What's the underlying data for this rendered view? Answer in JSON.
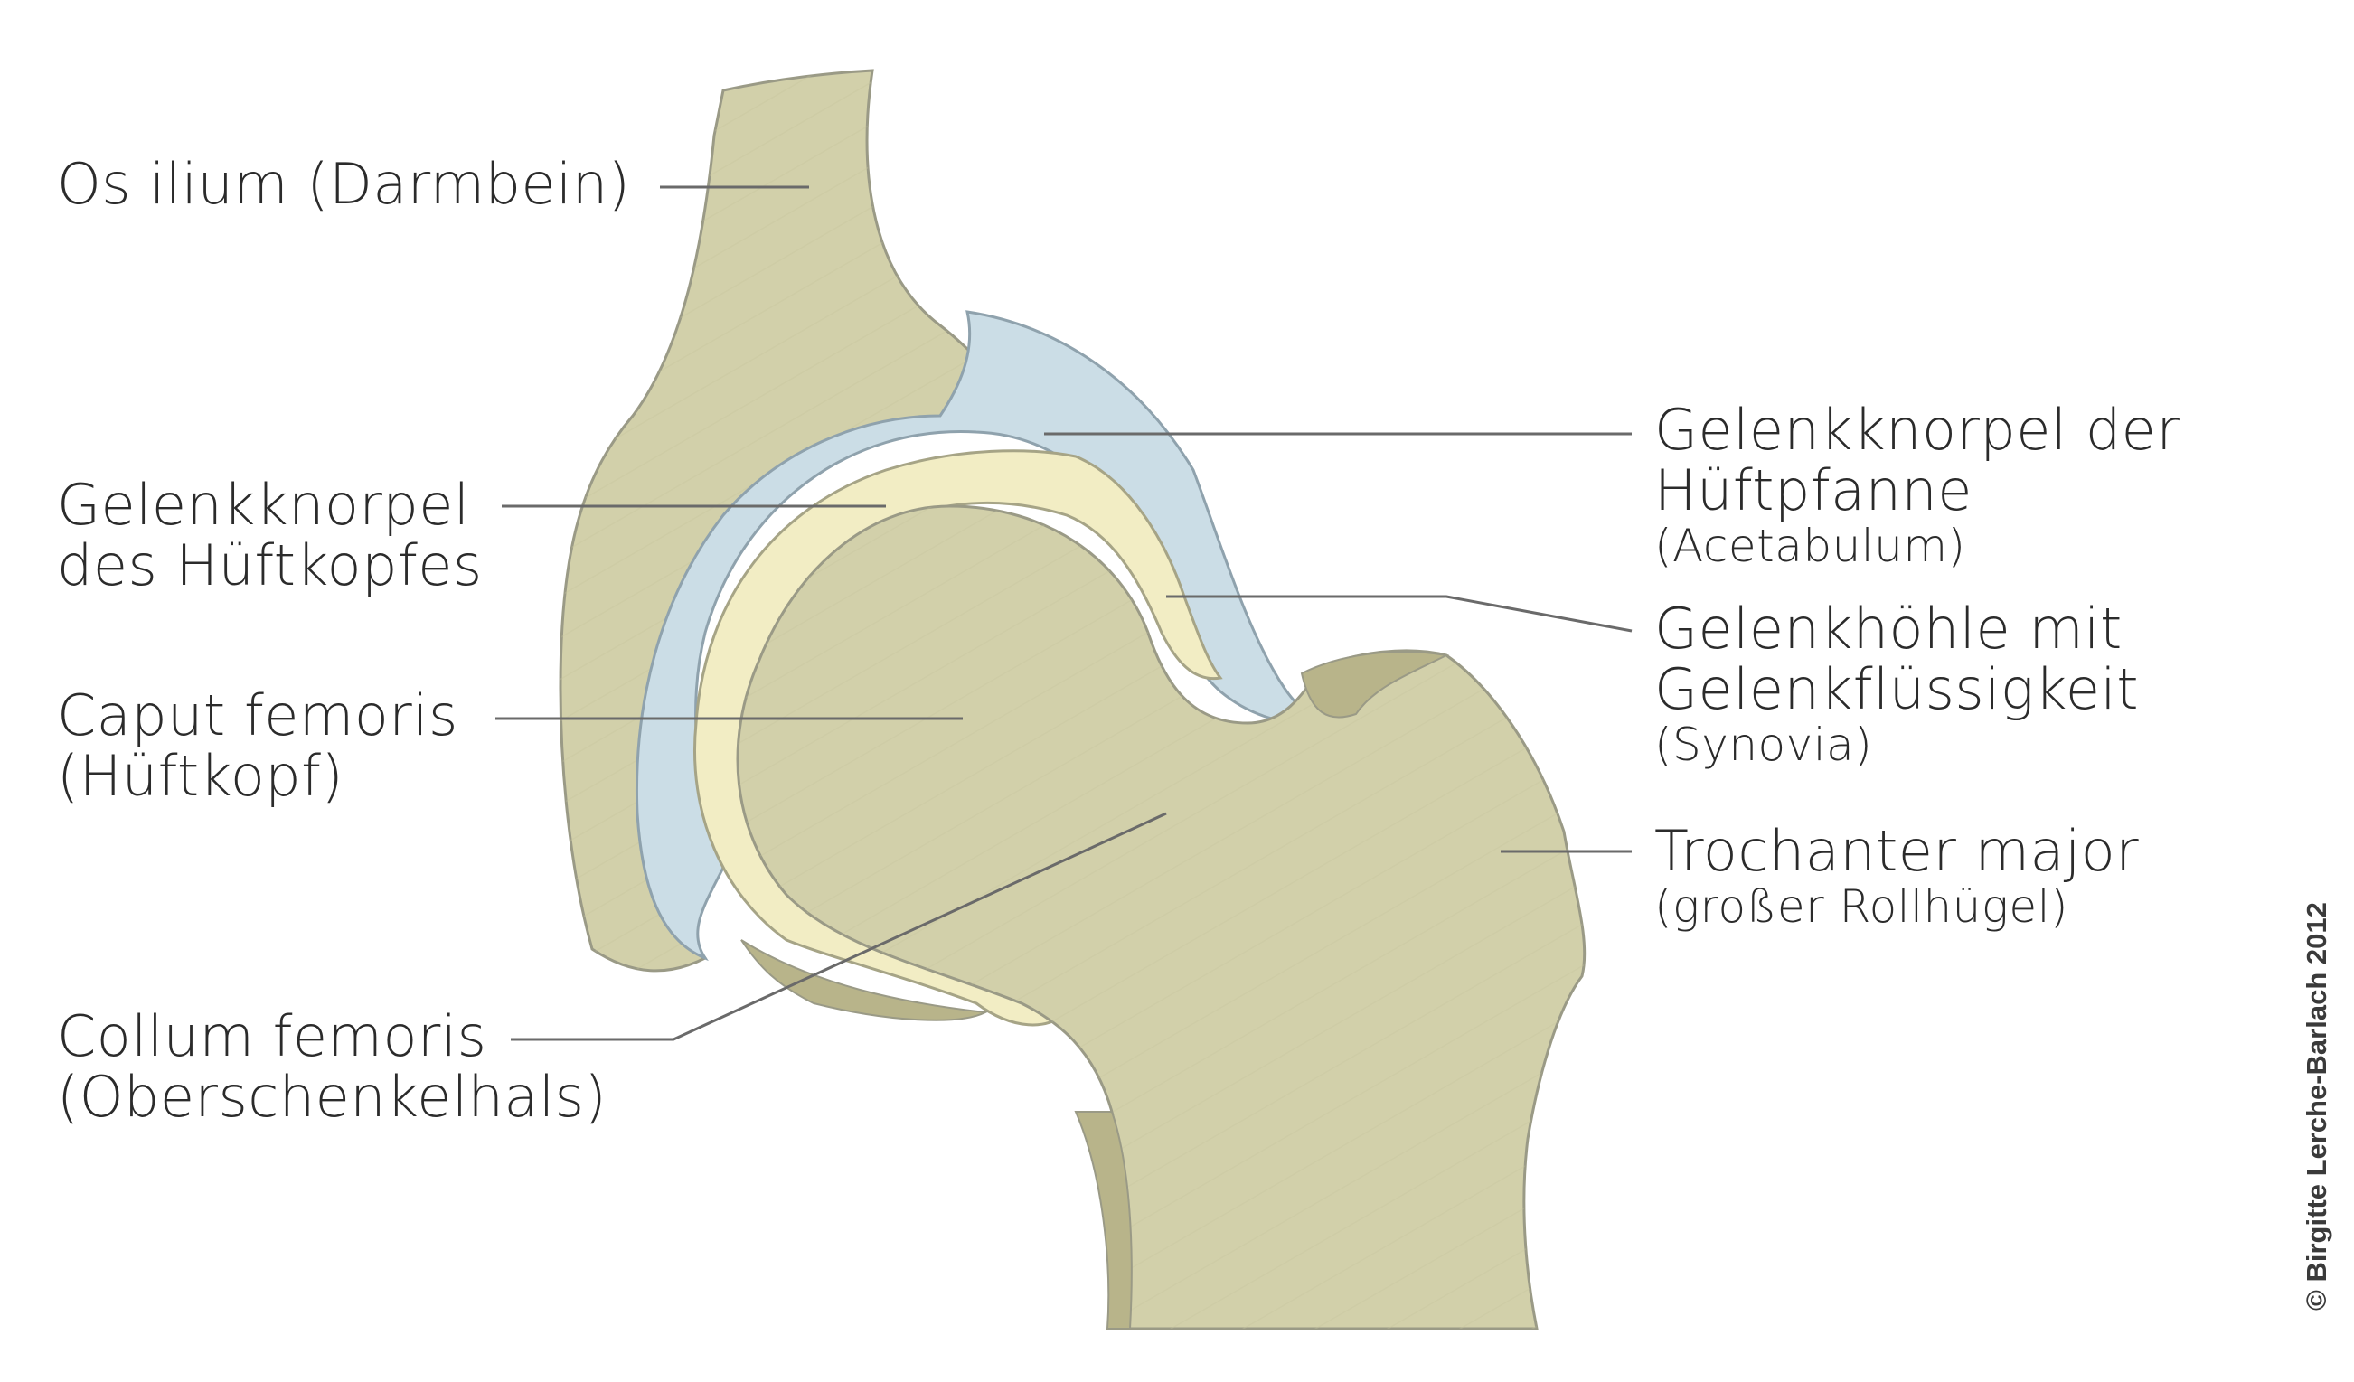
{
  "labels": {
    "os_ilium": "Os ilium (Darmbein)",
    "knorpel_kopf_1": "Gelenkknorpel",
    "knorpel_kopf_2": "des Hüftkopfes",
    "caput_1": "Caput femoris",
    "caput_2": "(Hüftkopf)",
    "collum_1": "Collum femoris",
    "collum_2": "(Oberschenkelhals)",
    "knorpel_pfanne_1": "Gelenkknorpel der",
    "knorpel_pfanne_2": "Hüftpfanne",
    "knorpel_pfanne_3": "(Acetabulum)",
    "hoehle_1": "Gelenkhöhle mit",
    "hoehle_2": "Gelenkflüssigkeit",
    "hoehle_3": "(Synovia)",
    "trochanter_1": "Trochanter major",
    "trochanter_2": "(großer Rollhügel)"
  },
  "copyright": "© Birgitte Lerche-Barlach 2012",
  "colors": {
    "bone": "#d2d0aa",
    "bone_dark": "#b8b48a",
    "cartilage_blue": "#cbdde6",
    "cartilage_cream": "#f2edc4",
    "outline": "#8a8a7a",
    "leader_line": "#6a6a6a",
    "text": "#2b2b2b"
  }
}
